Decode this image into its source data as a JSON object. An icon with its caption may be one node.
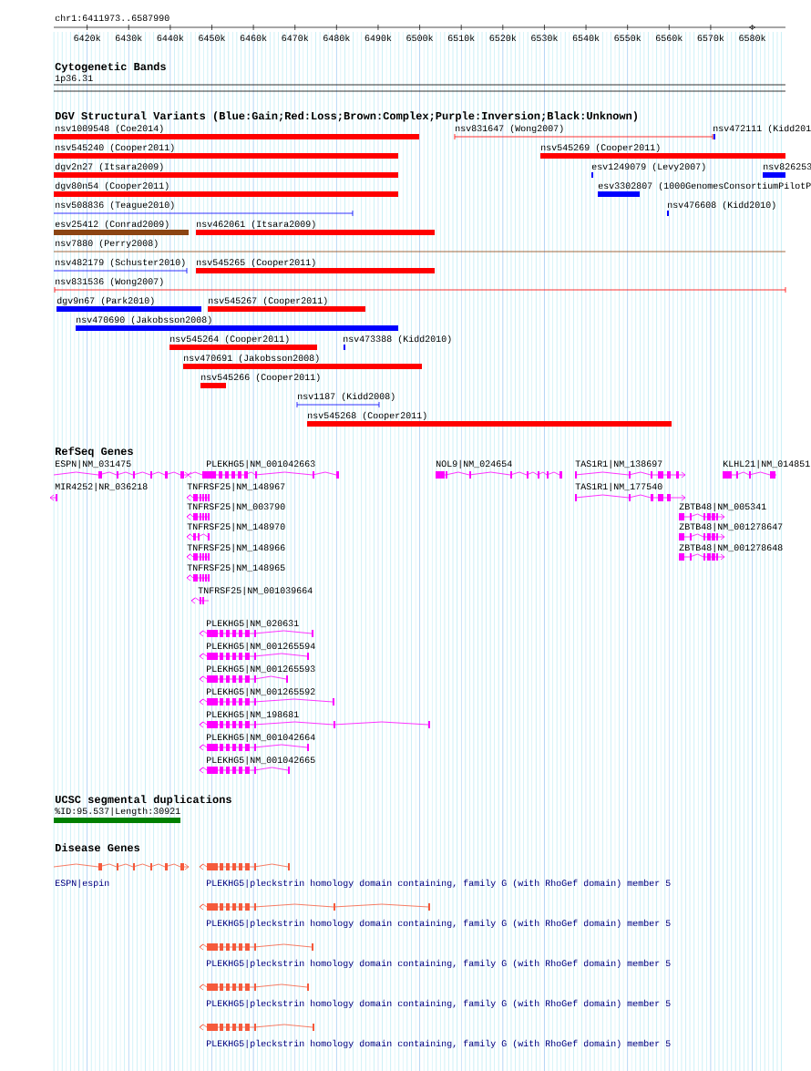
{
  "diagram": {
    "labels": [
      "chr1:6411973..6587990",
      "6420k",
      "6430k",
      "6440k",
      "6450k",
      "6460k",
      "6470k",
      "6480k",
      "6490k",
      "6500k",
      "6510k",
      "6520k",
      "6530k",
      "6540k",
      "6550k",
      "6560k",
      "6570k",
      "6580k",
      "Cytogenetic Bands",
      "1p36.31",
      "DGV Structural Variants (Blue:Gain;Red:Loss;Brown:Complex;Purple:Inversion;Black:Unknown)",
      "nsv1009548 (Coe2014)",
      "nsv831647 (Wong2007)",
      "nsv472111 (Kidd201",
      "nsv545240 (Cooper2011)",
      "nsv545269 (Cooper2011)",
      "dgv2n27 (Itsara2009)",
      "esv1249079 (Levy2007)",
      "nsv826253",
      "dgv80n54 (Cooper2011)",
      "esv3302807 (1000GenomesConsortiumPilotP",
      "nsv508836 (Teague2010)",
      "nsv476608 (Kidd2010)",
      "esv25412 (Conrad2009)",
      "nsv462061 (Itsara2009)",
      "nsv7880 (Perry2008)",
      "nsv482179 (Schuster2010)",
      "nsv545265 (Cooper2011)",
      "nsv831536 (Wong2007)",
      "dgv9n67 (Park2010)",
      "nsv545267 (Cooper2011)",
      "nsv470690 (Jakobsson2008)",
      "nsv545264 (Cooper2011)",
      "nsv473388 (Kidd2010)",
      "nsv470691 (Jakobsson2008)",
      "nsv545266 (Cooper2011)",
      "nsv1187 (Kidd2008)",
      "nsv545268 (Cooper2011)",
      "RefSeq Genes",
      "ESPN|NM_031475",
      "PLEKHG5|NM_001042663",
      "NOL9|NM_024654",
      "TAS1R1|NM_138697",
      "KLHL21|NM_014851",
      "MIR4252|NR_036218",
      "TNFRSF25|NM_148967",
      "TAS1R1|NM_177540",
      "TNFRSF25|NM_003790",
      "ZBTB48|NM_005341",
      "TNFRSF25|NM_148970",
      "ZBTB48|NM_001278647",
      "TNFRSF25|NM_148966",
      "ZBTB48|NM_001278648",
      "TNFRSF25|NM_148965",
      "TNFRSF25|NM_001039664",
      "PLEKHG5|NM_020631",
      "PLEKHG5|NM_001265594",
      "PLEKHG5|NM_001265593",
      "PLEKHG5|NM_001265592",
      "PLEKHG5|NM_198681",
      "PLEKHG5|NM_001042664",
      "PLEKHG5|NM_001042665",
      "UCSC segmental duplications",
      "%ID:95.537|Length:30921",
      "Disease Genes",
      "ESPN|espin",
      "PLEKHG5|pleckstrin homology domain containing, family G (with RhoGef domain) member 5",
      "PLEKHG5|pleckstrin homology domain containing, family G (with RhoGef domain) member 5",
      "PLEKHG5|pleckstrin homology domain containing, family G (with RhoGef domain) member 5",
      "PLEKHG5|pleckstrin homology domain containing, family G (with RhoGef domain) member 5",
      "PLEKHG5|pleckstrin homology domain containing, family G (with RhoGef domain) member 5"
    ]
  }
}
